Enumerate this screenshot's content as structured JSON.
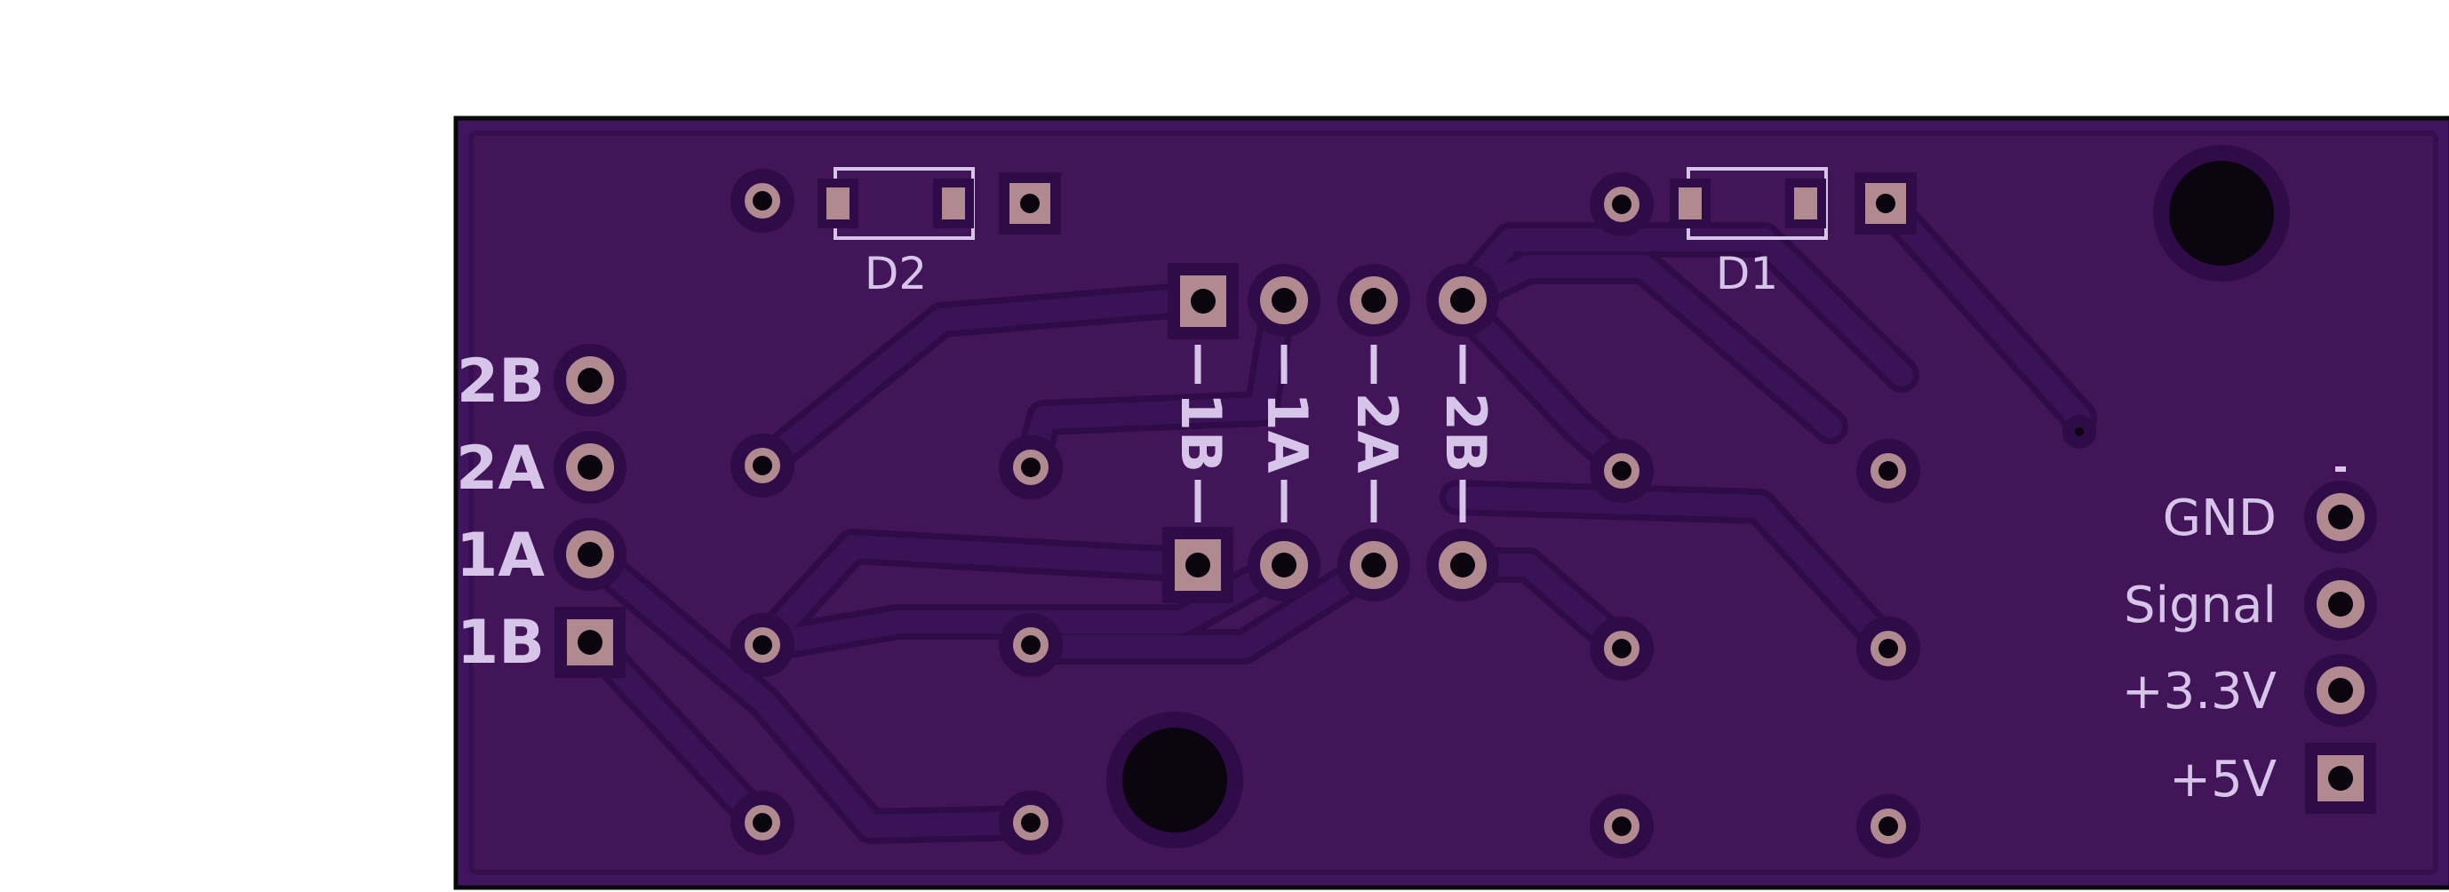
{
  "board": {
    "colors": {
      "background": "#ffffff",
      "substrate": "#3f1560",
      "copper_pour": "#421559",
      "trace": "#3a1256",
      "trace_clearance": "#2f0b47",
      "pad": "#b08a8f",
      "drill": "#0b0510",
      "silkscreen": "#d6c5e8",
      "outline": "#080808"
    }
  },
  "components": {
    "d1": {
      "ref": "D1"
    },
    "d2": {
      "ref": "D2"
    }
  },
  "left_header": {
    "labels": [
      "2B",
      "2A",
      "1A",
      "1B"
    ]
  },
  "center_connector": {
    "labels": [
      "1B",
      "1A",
      "2A",
      "2B"
    ]
  },
  "right_header": {
    "labels": [
      "GND",
      "Signal",
      "+3.3V",
      "+5V"
    ]
  }
}
